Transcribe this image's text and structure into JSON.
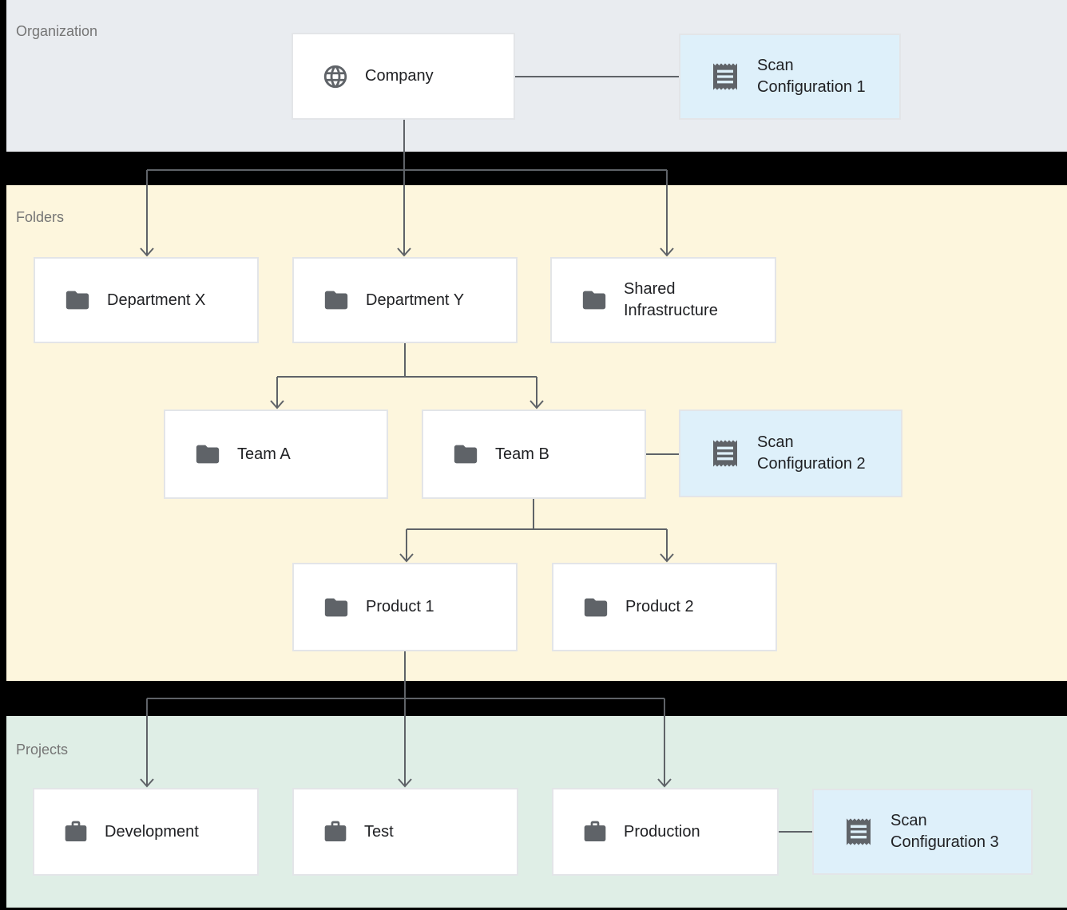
{
  "sections": {
    "organization": {
      "label": "Organization"
    },
    "folders": {
      "label": "Folders"
    },
    "projects": {
      "label": "Projects"
    }
  },
  "nodes": {
    "company": {
      "label": "Company",
      "icon": "globe"
    },
    "scan_config_1": {
      "label": "Scan Configuration 1",
      "icon": "receipt"
    },
    "department_x": {
      "label": "Department X",
      "icon": "folder"
    },
    "department_y": {
      "label": "Department Y",
      "icon": "folder"
    },
    "shared_infrastructure": {
      "label": "Shared Infrastructure",
      "icon": "folder"
    },
    "team_a": {
      "label": "Team A",
      "icon": "folder"
    },
    "team_b": {
      "label": "Team B",
      "icon": "folder"
    },
    "scan_config_2": {
      "label": "Scan Configuration 2",
      "icon": "receipt"
    },
    "product_1": {
      "label": "Product 1",
      "icon": "folder"
    },
    "product_2": {
      "label": "Product 2",
      "icon": "folder"
    },
    "development": {
      "label": "Development",
      "icon": "briefcase"
    },
    "test": {
      "label": "Test",
      "icon": "briefcase"
    },
    "production": {
      "label": "Production",
      "icon": "briefcase"
    },
    "scan_config_3": {
      "label": "Scan Configuration 3",
      "icon": "receipt"
    }
  },
  "edges": [
    {
      "from": "company",
      "to": "scan_config_1",
      "type": "association"
    },
    {
      "from": "company",
      "to": "department_x",
      "type": "hierarchy"
    },
    {
      "from": "company",
      "to": "department_y",
      "type": "hierarchy"
    },
    {
      "from": "company",
      "to": "shared_infrastructure",
      "type": "hierarchy"
    },
    {
      "from": "department_y",
      "to": "team_a",
      "type": "hierarchy"
    },
    {
      "from": "department_y",
      "to": "team_b",
      "type": "hierarchy"
    },
    {
      "from": "team_b",
      "to": "scan_config_2",
      "type": "association"
    },
    {
      "from": "team_b",
      "to": "product_1",
      "type": "hierarchy"
    },
    {
      "from": "team_b",
      "to": "product_2",
      "type": "hierarchy"
    },
    {
      "from": "product_1",
      "to": "development",
      "type": "hierarchy"
    },
    {
      "from": "product_1",
      "to": "test",
      "type": "hierarchy"
    },
    {
      "from": "product_1",
      "to": "production",
      "type": "hierarchy"
    },
    {
      "from": "production",
      "to": "scan_config_3",
      "type": "association"
    }
  ],
  "colors": {
    "organization_bg": "#e9ecf0",
    "folders_bg": "#fdf6dd",
    "projects_bg": "#dfeee6",
    "node_bg": "#ffffff",
    "scan_config_bg": "#def0fa",
    "connector": "#5f6368",
    "icon": "#5f6368",
    "node_text": "#202124",
    "section_label_text": "#757575"
  }
}
